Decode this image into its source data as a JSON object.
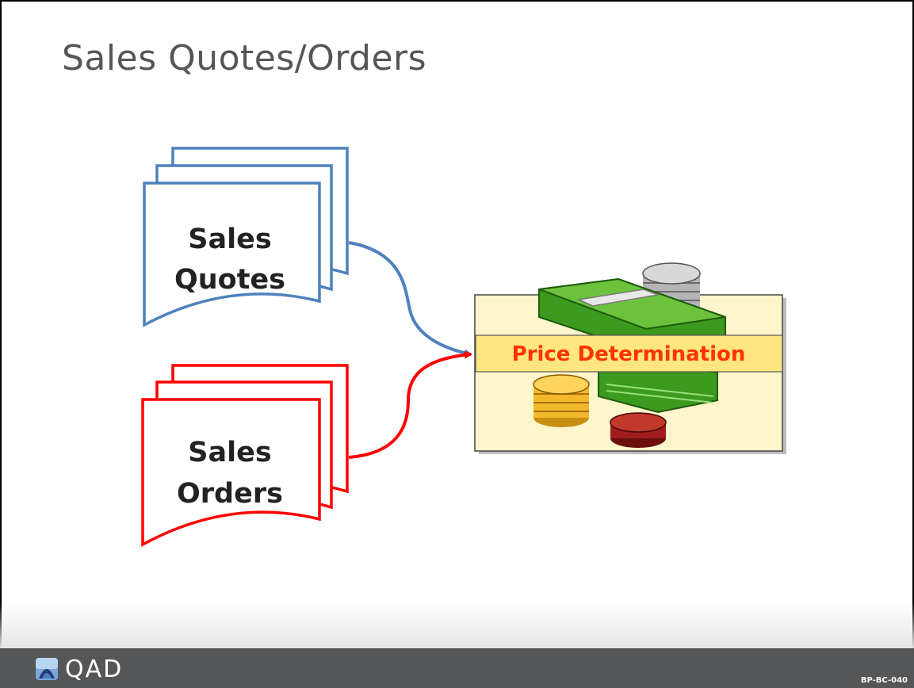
{
  "slide": {
    "title": "Sales Quotes/Orders"
  },
  "documents": [
    {
      "line1": "Sales",
      "line2": "Quotes",
      "color": "#4f81bd"
    },
    {
      "line1": "Sales",
      "line2": "Orders",
      "color": "#ff0000"
    }
  ],
  "price_box": {
    "label": "Price Determination",
    "label_color": "#ff3300",
    "band_color": "#ffe680",
    "box_color": "#fdf5cc"
  },
  "footer": {
    "logo_text": "QAD",
    "slide_code": "BP-BC-040"
  }
}
